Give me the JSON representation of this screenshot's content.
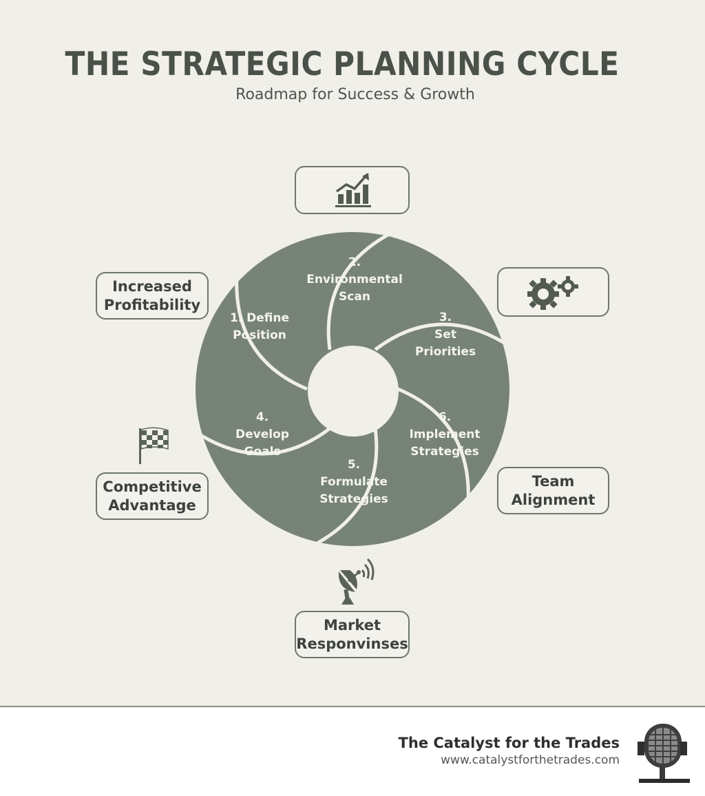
{
  "header": {
    "title": "THE STRATEGIC PLANNING CYCLE",
    "subtitle": "Roadmap for Success & Growth"
  },
  "cycle": {
    "segments": [
      {
        "number": "1.",
        "lines": [
          "1. Define",
          "Position"
        ]
      },
      {
        "number": "2.",
        "lines": [
          "2.",
          "Environmental",
          "Scan"
        ]
      },
      {
        "number": "3.",
        "lines": [
          "3.",
          "Set",
          "Priorities"
        ]
      },
      {
        "number": "6.",
        "lines": [
          "6.",
          "Implement",
          "Strategies"
        ]
      },
      {
        "number": "5.",
        "lines": [
          "5.",
          "Formulate",
          "Strategies"
        ]
      },
      {
        "number": "4.",
        "lines": [
          "4.",
          "Develop",
          "Goals"
        ]
      }
    ]
  },
  "outcomes": {
    "profitability": "Increased\nProfitability",
    "competitive": "Competitive\nAdvantage",
    "team": "Team\nAlignment",
    "market": "Market\nResponvinses"
  },
  "icons": {
    "top": "bar-chart-growth-icon",
    "right": "gears-icon",
    "left": "checkered-flag-icon",
    "bottom": "satellite-dish-icon"
  },
  "footer": {
    "brand_name": "The Catalyst for the Trades",
    "brand_url": "www.catalystforthetrades.com"
  },
  "colors": {
    "background": "#f0efe9",
    "segment_fill": "#778377",
    "box_border": "#6d766c",
    "title_text": "#4a5149"
  }
}
